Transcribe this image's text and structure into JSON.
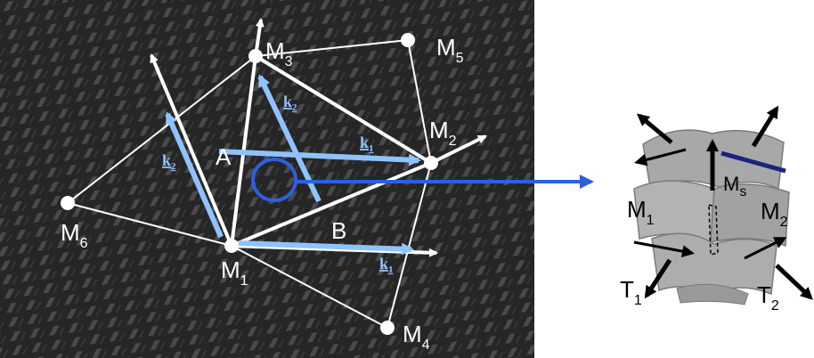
{
  "left_panel": {
    "nodes": {
      "m1": "M",
      "m1_sub": "1",
      "m2": "M",
      "m2_sub": "2",
      "m3": "M",
      "m3_sub": "3",
      "m4": "M",
      "m4_sub": "4",
      "m5": "M",
      "m5_sub": "5",
      "m6": "M",
      "m6_sub": "6"
    },
    "points": {
      "a": "A",
      "b": "B"
    },
    "vectors": {
      "k1_a": "k",
      "k1_a_sub": "1",
      "k1_b": "k",
      "k1_b_sub": "1",
      "k2_a": "k",
      "k2_a_sub": "2",
      "k2_b": "k",
      "k2_b_sub": "2"
    }
  },
  "right_panel": {
    "labels": {
      "m1": "M",
      "m1_sub": "1",
      "m2": "M",
      "m2_sub": "2",
      "ms": "M",
      "ms_sub": "s",
      "t1": "T",
      "t1_sub": "1",
      "t2": "T",
      "t2_sub": "2"
    }
  },
  "colors": {
    "fabric_bg": "#2b2b2b",
    "light_blue": "#8fc3ff",
    "connector_blue": "#2f5fe0",
    "dark_blue_arrow": "#1a237e",
    "sheet_gray": "#a9a9a9"
  }
}
